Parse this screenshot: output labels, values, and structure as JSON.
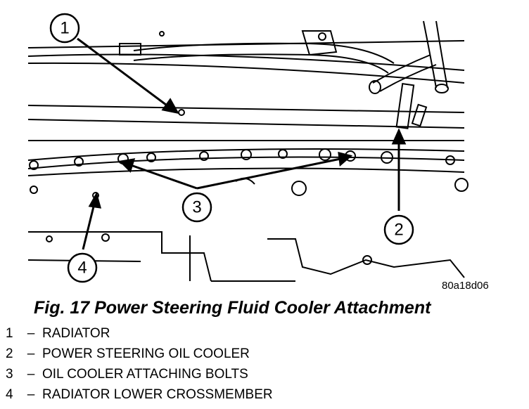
{
  "figure": {
    "caption": "Fig. 17 Power Steering Fluid Cooler Attachment",
    "image_code": "80a18d06"
  },
  "callouts": [
    {
      "number": "1"
    },
    {
      "number": "2"
    },
    {
      "number": "3"
    },
    {
      "number": "4"
    }
  ],
  "legend": [
    {
      "number": "1",
      "separator": "–",
      "label": "RADIATOR"
    },
    {
      "number": "2",
      "separator": "–",
      "label": "POWER STEERING OIL COOLER"
    },
    {
      "number": "3",
      "separator": "–",
      "label": "OIL COOLER ATTACHING BOLTS"
    },
    {
      "number": "4",
      "separator": "–",
      "label": "RADIATOR LOWER CROSSMEMBER"
    }
  ]
}
